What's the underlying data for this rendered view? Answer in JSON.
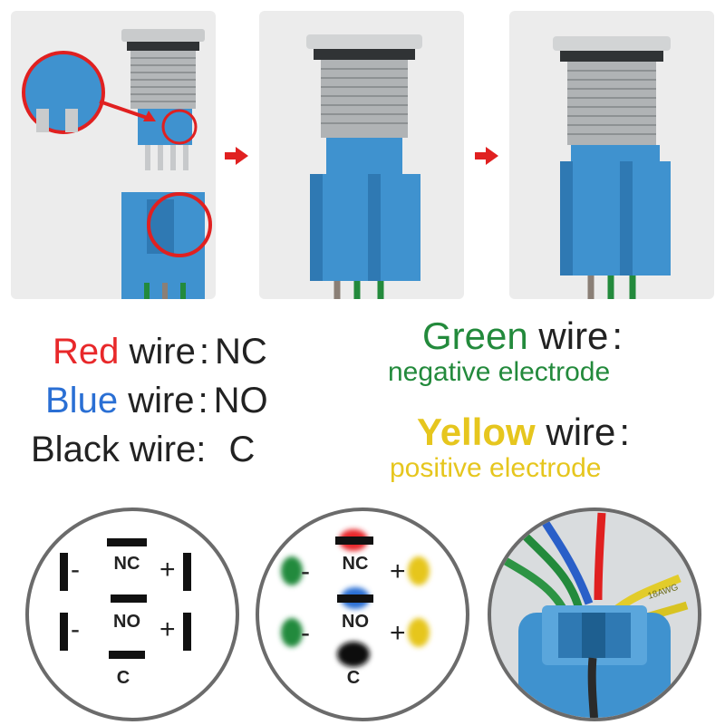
{
  "legend": {
    "red": {
      "color_word": "Red",
      "word": "wire",
      "sep": ":",
      "value": "NC"
    },
    "blue": {
      "color_word": "Blue",
      "word": "wire",
      "sep": ":",
      "value": "NO"
    },
    "black": {
      "label": "Black wire:",
      "value": "C"
    }
  },
  "right_legend": {
    "green": {
      "color_word": "Green",
      "word": "wire",
      "sep": ":",
      "description": "negative electrode"
    },
    "yellow": {
      "color_word": "Yellow",
      "word": "wire",
      "sep": ":",
      "description": "positive electrode"
    }
  },
  "pins": {
    "nc": "NC",
    "no": "NO",
    "c": "C",
    "minus": "-",
    "plus": "+"
  },
  "photo_text": {
    "wire_print": "18AWG"
  },
  "colors": {
    "red": "#e8282a",
    "blue": "#2a6fd4",
    "green": "#238a3c",
    "yellow": "#e6c61e",
    "black": "#222222",
    "connector_blue": "#3f92cf",
    "panel_bg": "#e9eaea"
  }
}
